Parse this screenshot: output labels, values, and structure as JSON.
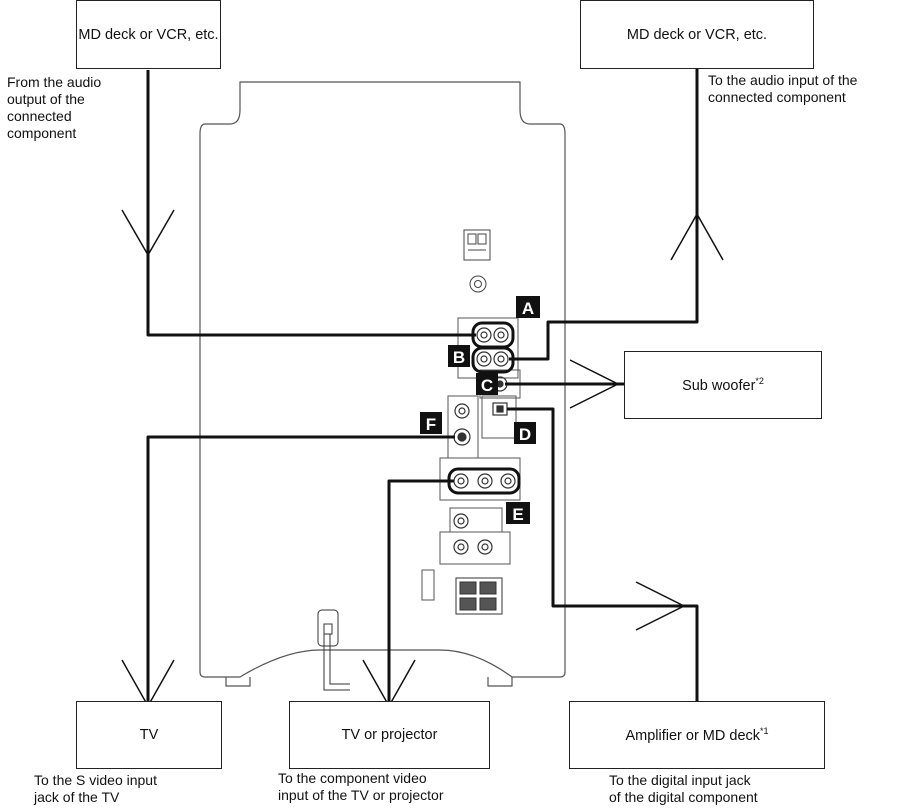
{
  "boxes": {
    "md_left": "MD deck or VCR, etc.",
    "md_right": "MD deck or VCR, etc.",
    "subwoofer": "Sub woofer",
    "subwoofer_note": "*2",
    "tv": "TV",
    "tv_projector": "TV or projector",
    "amp": "Amplifier or MD deck",
    "amp_note": "*1"
  },
  "captions": {
    "from_audio": [
      "From the audio",
      "output of the",
      "connected",
      "component"
    ],
    "to_audio": [
      "To the audio input of the",
      "connected component"
    ],
    "s_video": [
      "To the S video input",
      "jack of the TV"
    ],
    "component_video": [
      "To the component video",
      "input of the TV or projector"
    ],
    "digital_input": [
      "To the digital input jack",
      "of the digital component"
    ]
  },
  "jack_labels": {
    "a": "A",
    "b": "B",
    "c": "C",
    "d": "D",
    "e": "E",
    "f": "F"
  }
}
